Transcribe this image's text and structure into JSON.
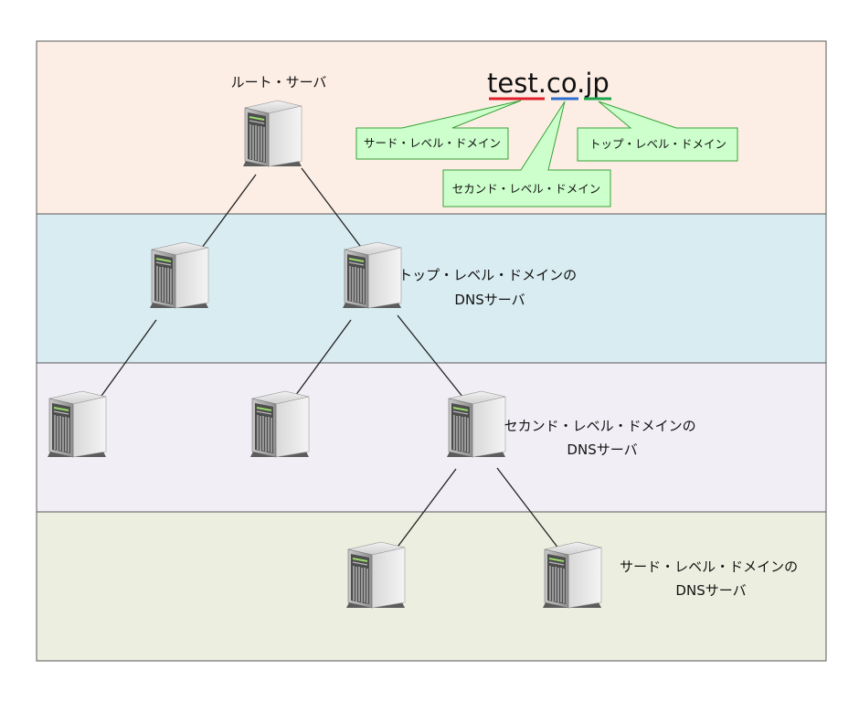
{
  "bands": [
    {
      "id": "root-layer",
      "color": "#fdeee5"
    },
    {
      "id": "tld-layer",
      "color": "#d9ecf2"
    },
    {
      "id": "sld-layer",
      "color": "#f1eff5"
    },
    {
      "id": "third-layer",
      "color": "#ecefdf"
    }
  ],
  "labels": {
    "root": "ルート・サーバ",
    "tld": [
      "トップ・レベル・ドメインの",
      "DNSサーバ"
    ],
    "sld": [
      "セカンド・レベル・ドメインの",
      "DNSサーバ"
    ],
    "third": [
      "サード・レベル・ドメインの",
      "DNSサーバ"
    ]
  },
  "domain": {
    "parts": [
      "test",
      ".",
      "co",
      ".",
      "jp"
    ],
    "underline_colors": {
      "third": "#e0202a",
      "second": "#2f6fd0",
      "top": "#1aa64a"
    }
  },
  "callouts": {
    "third": "サード・レベル・ドメイン",
    "second": "セカンド・レベル・ドメイン",
    "top": "トップ・レベル・ドメイン"
  },
  "icons": {
    "server": "server-tower-icon"
  }
}
